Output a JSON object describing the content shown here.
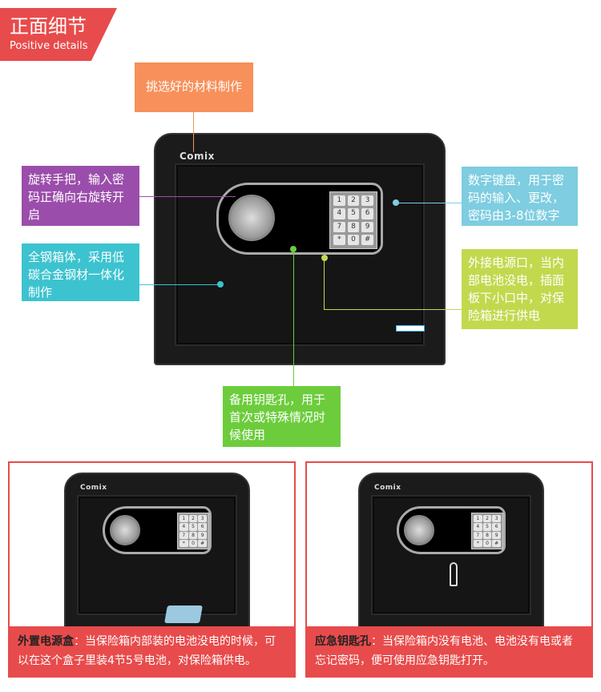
{
  "banner": {
    "title": "正面细节",
    "subtitle": "Positive details"
  },
  "brand": "Comix",
  "callouts": {
    "material": "挑选好的材料制作",
    "handle": "旋转手把，输入密码正确向右旋转开启",
    "body": "全钢箱体，采用低碳合金钢材一体化制作",
    "keypad": "数字键盘，用于密码的输入、更改，密码由3-8位数字",
    "power": "外接电源口，当内部电池没电，插面板下小口中，对保险箱进行供电",
    "keyhole": "备用钥匙孔，用于首次或特殊情况时候使用"
  },
  "keys": [
    "1",
    "2",
    "3",
    "4",
    "5",
    "6",
    "7",
    "8",
    "9",
    "*",
    "0",
    "#"
  ],
  "panels": [
    {
      "title": "外置电源盒",
      "text": "：当保险箱内部装的电池没电的时候，可以在这个盒子里装4节5号电池，对保险箱供电。"
    },
    {
      "title": "应急钥匙孔",
      "text": "：当保险箱内没有电池、电池没有电或者忘记密码，便可使用应急钥匙打开。"
    }
  ],
  "colors": {
    "red": "#e84b4b",
    "orange": "#f7905a",
    "purple": "#9b4dab",
    "cyan": "#3cc3cf",
    "lightblue": "#7ecde0",
    "lime": "#c2d94e",
    "green": "#6ccc3c"
  }
}
